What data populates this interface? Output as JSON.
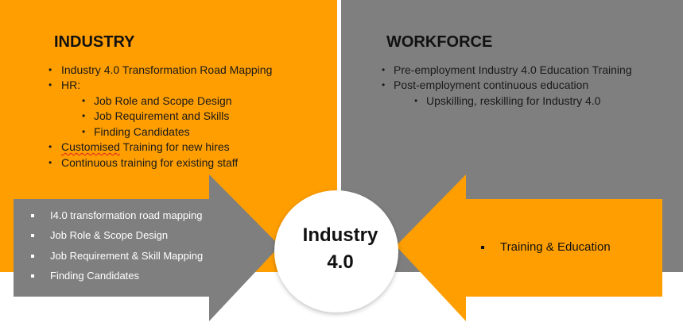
{
  "colors": {
    "orange": "#FF9E00",
    "gray": "#7F7F7F"
  },
  "industry": {
    "title": "INDUSTRY",
    "items": [
      {
        "text": "Industry 4.0 Transformation Road Mapping",
        "level": 1
      },
      {
        "text": "HR:",
        "level": 1
      },
      {
        "text": "Job Role and Scope Design",
        "level": 2
      },
      {
        "text": "Job Requirement and Skills",
        "level": 2
      },
      {
        "text": "Finding Candidates",
        "level": 2
      },
      {
        "text_flagged": "Customised",
        "text_rest": " Training for new hires",
        "level": 1
      },
      {
        "text": "Continuous training for existing staff",
        "level": 1
      }
    ]
  },
  "workforce": {
    "title": "WORKFORCE",
    "items": [
      {
        "text": "Pre-employment Industry 4.0 Education Training",
        "level": 1
      },
      {
        "text": "Post-employment continuous education",
        "level": 1
      },
      {
        "text": "Upskilling, reskilling for Industry 4.0",
        "level": 2
      }
    ]
  },
  "left_arrow": {
    "items": [
      "I4.0 transformation road mapping",
      "Job Role & Scope Design",
      "Job Requirement & Skill Mapping",
      "Finding Candidates"
    ]
  },
  "right_arrow": {
    "items": [
      "Training & Education"
    ]
  },
  "center": {
    "line1": "Industry",
    "line2": "4.0"
  }
}
